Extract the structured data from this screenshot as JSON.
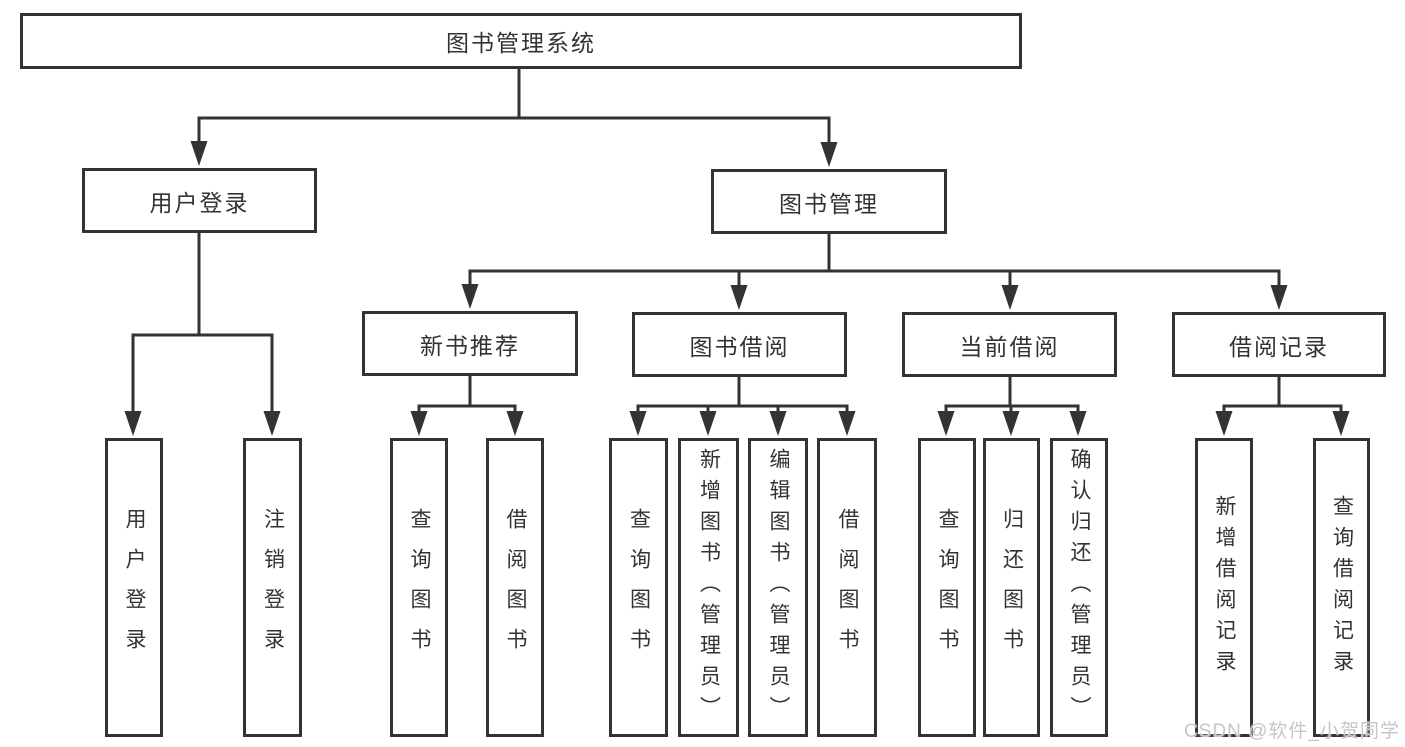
{
  "diagram_title": "图书管理系统",
  "colors": {
    "line": "#333333",
    "text": "#333333",
    "box_background": "#ffffff",
    "page_background": "#ffffff",
    "watermark": "#c6c6c6"
  },
  "nodes": {
    "root": {
      "id": "root",
      "label": "图书管理系统"
    },
    "level2": [
      {
        "id": "user-login",
        "label": "用户登录"
      },
      {
        "id": "book-management",
        "label": "图书管理"
      }
    ],
    "level3": [
      {
        "id": "new-book-recommend",
        "label": "新书推荐",
        "parent": "book-management"
      },
      {
        "id": "book-borrow",
        "label": "图书借阅",
        "parent": "book-management"
      },
      {
        "id": "current-borrow",
        "label": "当前借阅",
        "parent": "book-management"
      },
      {
        "id": "borrow-records",
        "label": "借阅记录",
        "parent": "book-management"
      }
    ],
    "leaves": [
      {
        "id": "leaf-user-login",
        "label": "用户登录",
        "parent": "user-login"
      },
      {
        "id": "leaf-logout",
        "label": "注销登录",
        "parent": "user-login"
      },
      {
        "id": "leaf-query-books-1",
        "label": "查询图书",
        "parent": "new-book-recommend"
      },
      {
        "id": "leaf-borrow-books-1",
        "label": "借阅图书",
        "parent": "new-book-recommend"
      },
      {
        "id": "leaf-query-books-2",
        "label": "查询图书",
        "parent": "book-borrow"
      },
      {
        "id": "leaf-add-books",
        "label": "新增图书（管理员）",
        "parent": "book-borrow"
      },
      {
        "id": "leaf-edit-books",
        "label": "编辑图书（管理员）",
        "parent": "book-borrow"
      },
      {
        "id": "leaf-borrow-books-2",
        "label": "借阅图书",
        "parent": "book-borrow"
      },
      {
        "id": "leaf-query-books-3",
        "label": "查询图书",
        "parent": "current-borrow"
      },
      {
        "id": "leaf-return-books",
        "label": "归还图书",
        "parent": "current-borrow"
      },
      {
        "id": "leaf-confirm-return",
        "label": "确认归还（管理员）",
        "parent": "current-borrow"
      },
      {
        "id": "leaf-add-borrow-record",
        "label": "新增借阅记录",
        "parent": "borrow-records"
      },
      {
        "id": "leaf-query-borrow-record",
        "label": "查询借阅记录",
        "parent": "borrow-records"
      }
    ]
  },
  "watermark": {
    "text": "CSDN @软件_小贺同学"
  }
}
